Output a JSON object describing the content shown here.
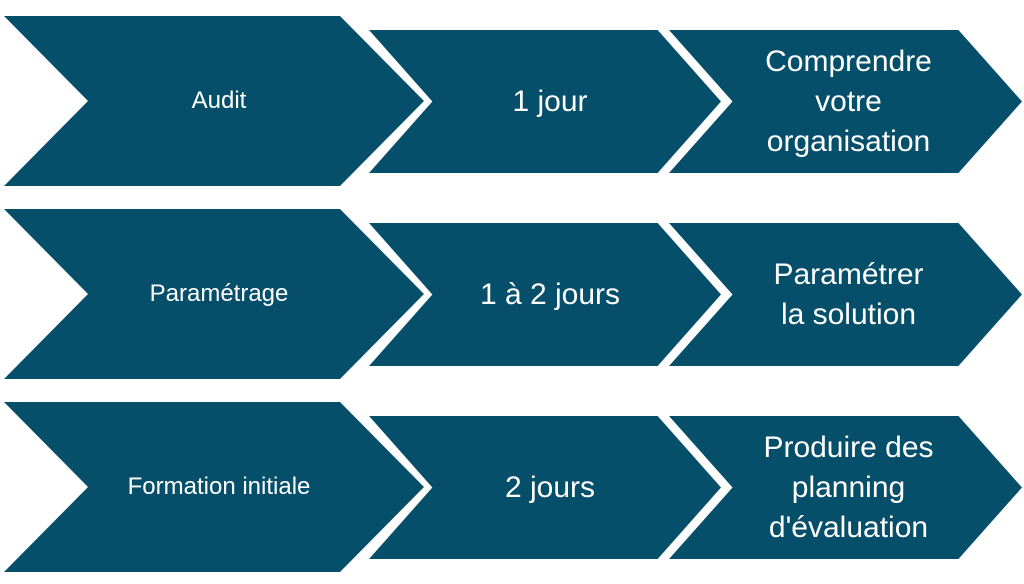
{
  "steps": [
    {
      "phase": "Audit",
      "duration": "1 jour",
      "goal": "Comprendre\nvotre\norganisation"
    },
    {
      "phase": "Paramétrage",
      "duration": "1 à 2 jours",
      "goal": "Paramétrer\nla solution"
    },
    {
      "phase": "Formation initiale",
      "duration": "2 jours",
      "goal": "Produire des\nplanning\nd'évaluation"
    }
  ],
  "colors": {
    "chevron_fill": "#054f6b",
    "text": "#ffffff",
    "background": "#ffffff"
  }
}
